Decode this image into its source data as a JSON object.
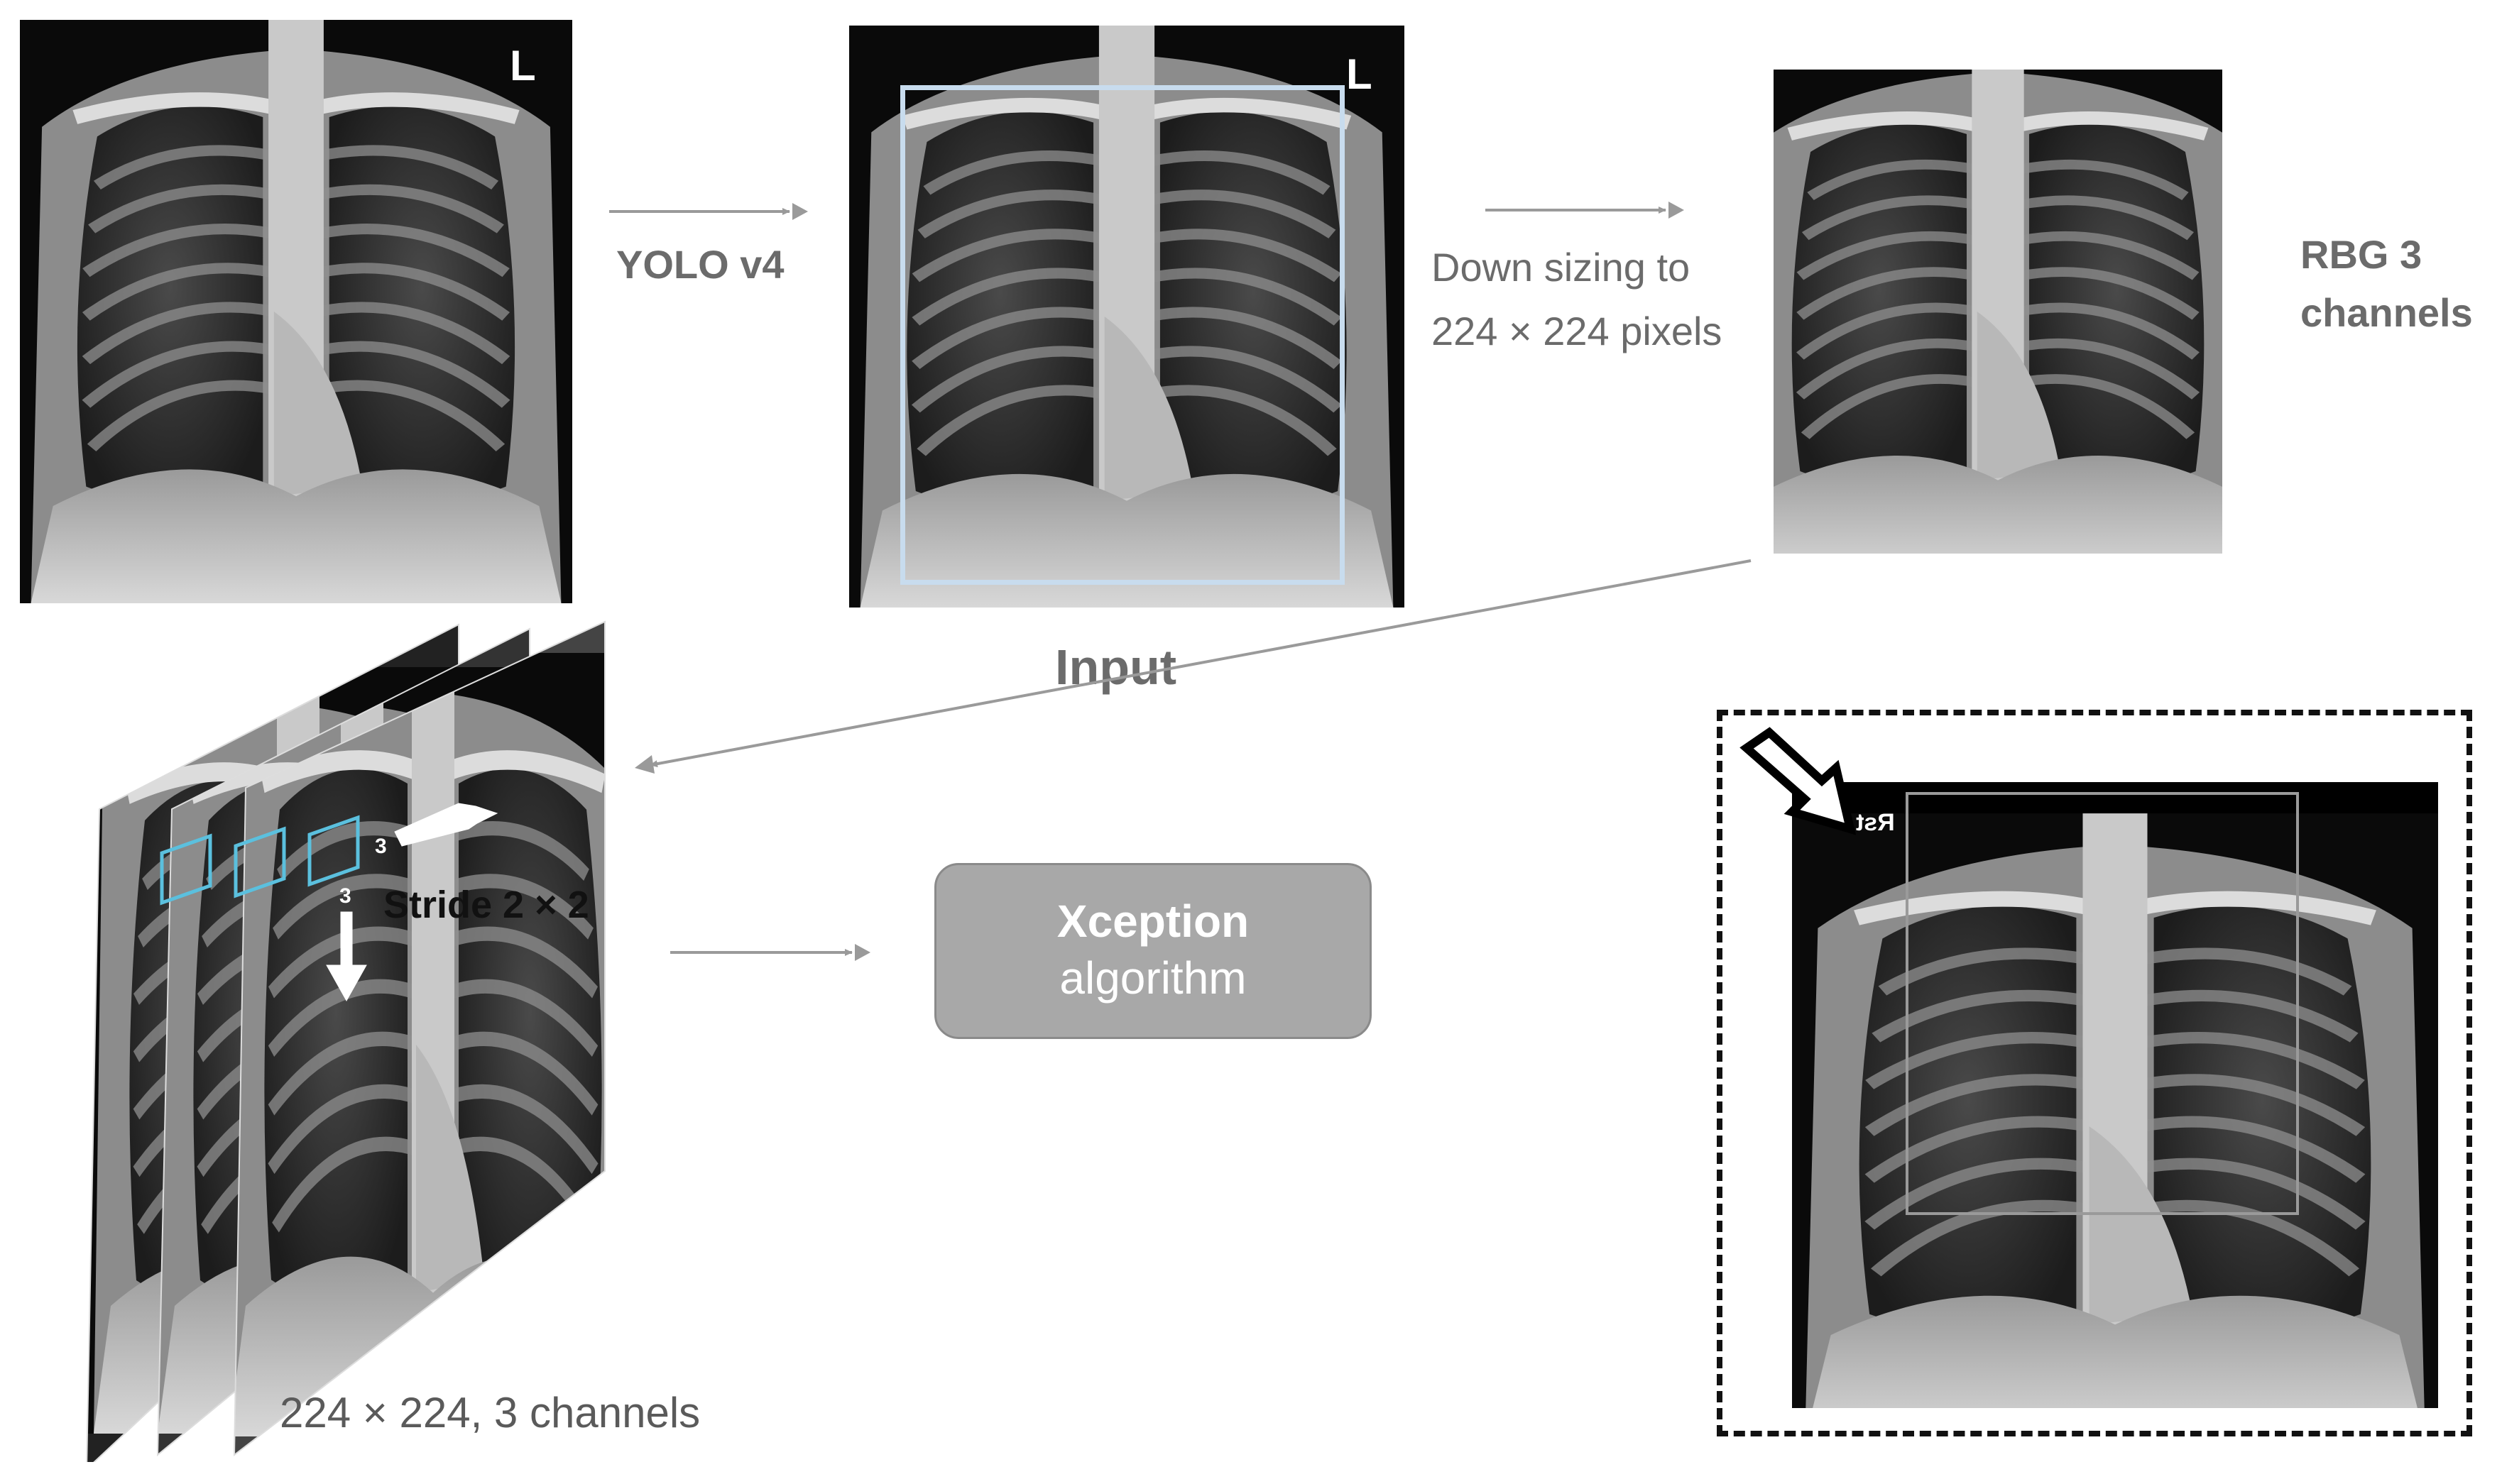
{
  "xray": {
    "corner_marker": "L",
    "example_marker": "Rst"
  },
  "steps": {
    "detector_label": "YOLO v4",
    "resize_line1": "Down sizing to",
    "resize_line2": "224 × 224 pixels",
    "channels_line1": "RBG 3",
    "channels_line2": "channels",
    "input_label": "Input"
  },
  "conv": {
    "kernel_size_right": "3",
    "kernel_size_down": "3",
    "stride_label": "Stride 2 × 2",
    "dims_label": "224 × 224, 3 channels"
  },
  "model": {
    "name": "Xception",
    "suffix": "algorithm"
  },
  "colors": {
    "arrow": "#9a9a9a",
    "bbox_highlight": "#c8dcee",
    "kernel": "#5bc0de",
    "model_box": "#a8a8a8"
  }
}
